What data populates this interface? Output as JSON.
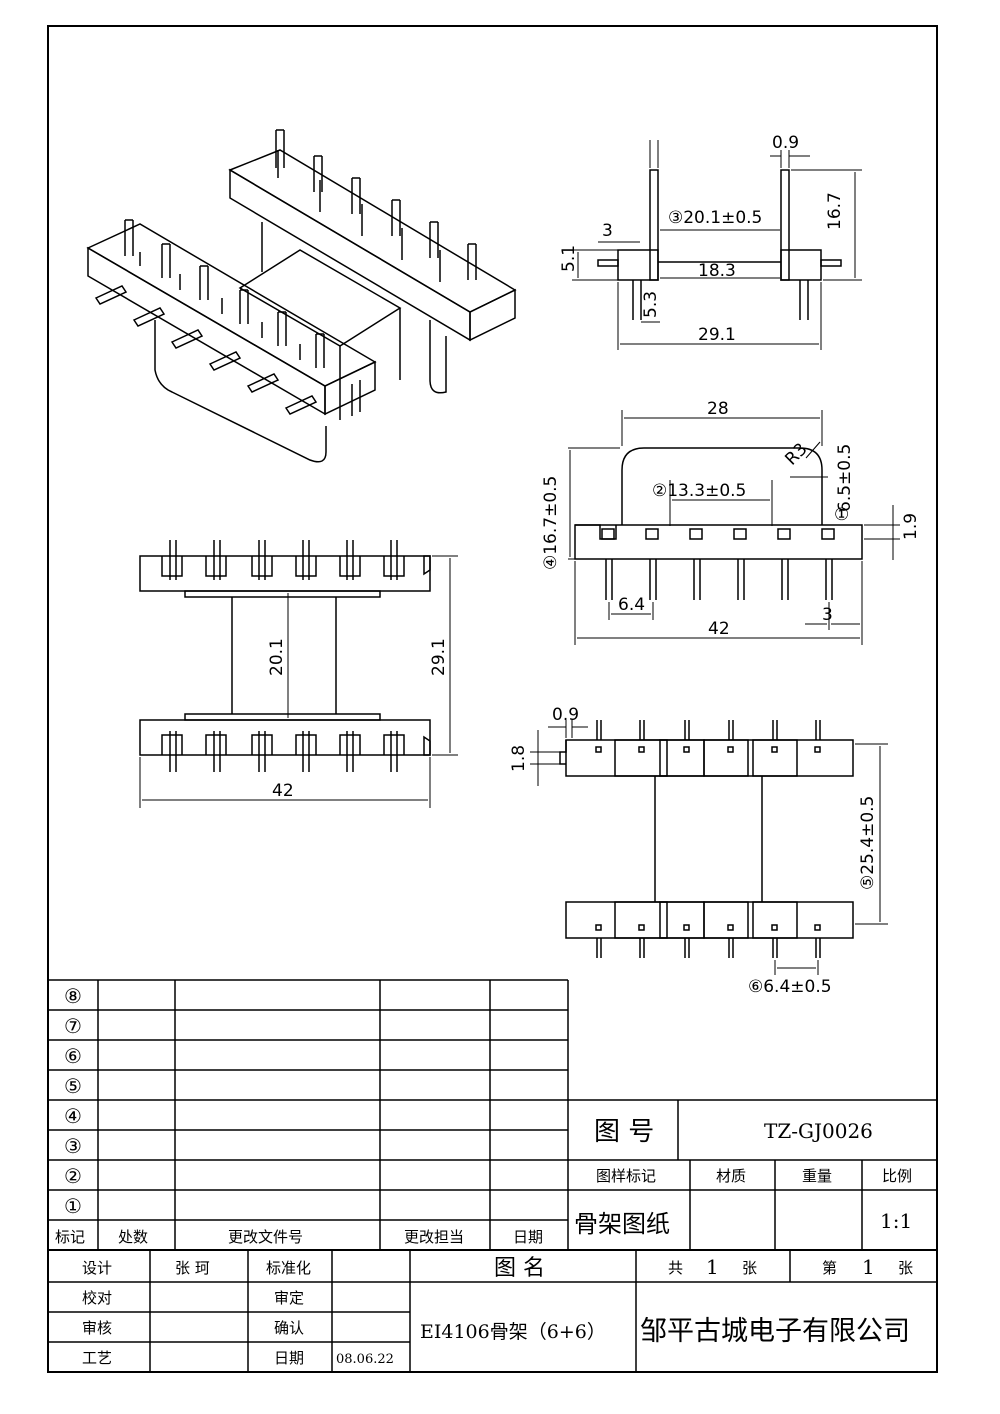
{
  "dims": {
    "top_pin_w": "0.9",
    "top_inner": "③20.1±0.5",
    "top_h": "16.7",
    "top_3": "3",
    "top_51": "5.1",
    "top_183": "18.3",
    "top_53": "5.3",
    "top_291": "29.1",
    "mid_28": "28",
    "mid_r3": "R3",
    "mid_65": "6.5±0.5",
    "mid_133": "②13.3±0.5",
    "mid_167": "④16.7±0.5",
    "mid_1": "①",
    "mid_19": "1.9",
    "mid_64": "6.4",
    "mid_3": "3",
    "mid_42": "42",
    "left_201": "20.1",
    "left_291": "29.1",
    "left_42": "42",
    "bot_09": "0.9",
    "bot_18": "1.8",
    "bot_254": "⑤25.4±0.5",
    "bot_64": "⑥6.4±0.5"
  },
  "revisions": {
    "marks": [
      "⑧",
      "⑦",
      "⑥",
      "⑤",
      "④",
      "③",
      "②",
      "①"
    ],
    "headers": [
      "标记",
      "处数",
      "更改文件号",
      "更改担当",
      "日期"
    ]
  },
  "titleblock": {
    "drawing_no_label": "图 号",
    "drawing_no": "TZ-GJ0026",
    "sample_mark": "图样标记",
    "material": "材质",
    "weight": "重量",
    "scale_label": "比例",
    "drawing_type": "骨架图纸",
    "scale": "1:1",
    "design": "设计",
    "designer": "张 珂",
    "standard": "标准化",
    "check": "校对",
    "approve": "审定",
    "review": "审核",
    "confirm": "确认",
    "craft": "工艺",
    "date_label": "日期",
    "date": "08.06.22",
    "name_label": "图 名",
    "total": "共",
    "total_n": "1",
    "sheet_unit": "张",
    "page": "第",
    "page_n": "1",
    "sheet_unit2": "张",
    "part_name": "EI4106骨架（6+6）",
    "company": "邹平古城电子有限公司"
  }
}
